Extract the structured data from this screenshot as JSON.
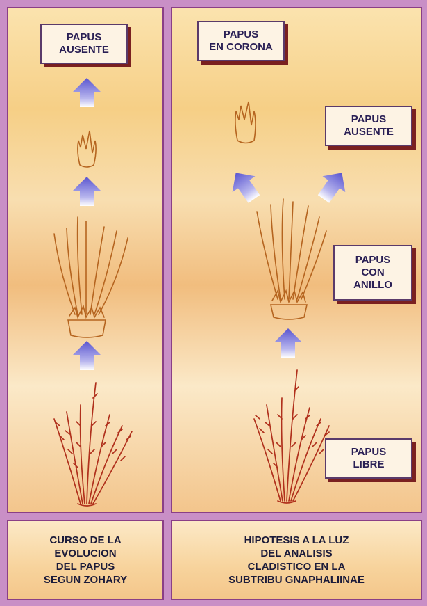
{
  "left": {
    "labels": {
      "absent": "PAPUS\nAUSENTE"
    },
    "caption": "CURSO DE LA\nEVOLUCION\nDEL PAPUS\nSEGUN ZOHARY"
  },
  "right": {
    "labels": {
      "corona": "PAPUS\nEN CORONA",
      "absent": "PAPUS\nAUSENTE",
      "ring": "PAPUS\nCON\nANILLO",
      "free": "PAPUS\nLIBRE"
    },
    "caption": "HIPOTESIS A LA LUZ\nDEL ANALISIS\nCLADISTICO EN LA\nSUBTRIBU GNAPHALIINAE"
  },
  "colors": {
    "arrow": "#6a62cf",
    "bristle_plain": "#b5641f",
    "bristle_barbed": "#b0301c",
    "label_shadow": "#7a2020",
    "panel_border": "#8a3f86"
  },
  "icons": {
    "arrow": "up-arrow-icon",
    "plain_papus": "plain-bristle-papus-icon",
    "barbed_papus": "barbed-bristle-papus-icon",
    "crown": "crown-papus-icon"
  }
}
